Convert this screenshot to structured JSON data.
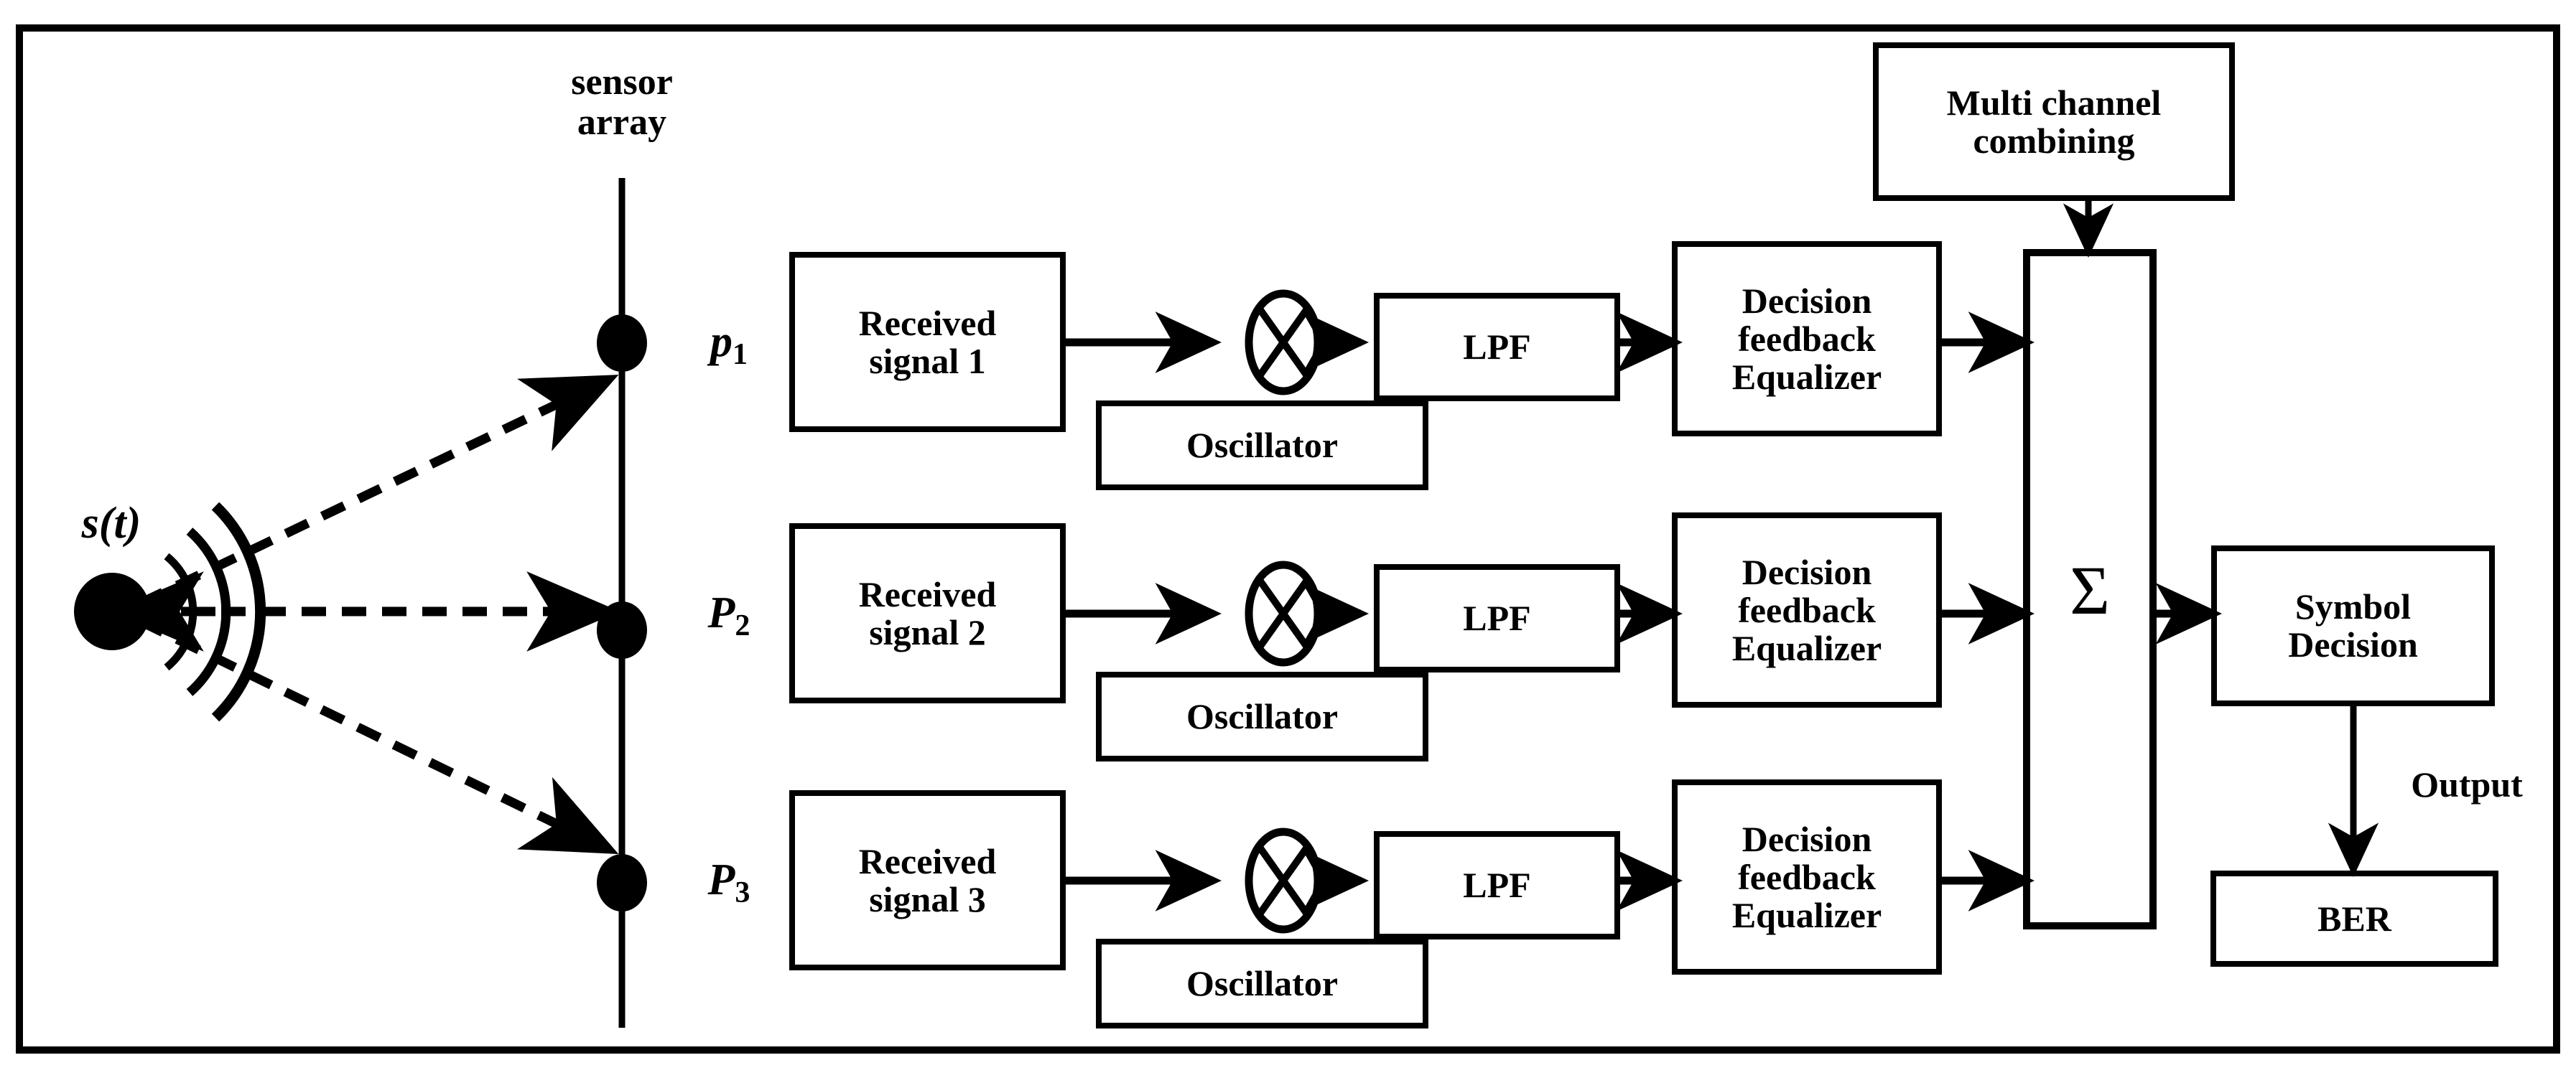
{
  "diagram": {
    "title": "Multi-channel receiver block diagram with sensor array",
    "frame": {
      "stroke_color": "#000000"
    },
    "source": {
      "label": "s(t)",
      "icon": "source-dot-icon",
      "wavefront_arcs": 3
    },
    "sensor_array": {
      "label": "sensor\narray",
      "sensors": [
        {
          "label": "p",
          "subscript": "1"
        },
        {
          "label": "P",
          "subscript": "2"
        },
        {
          "label": "P",
          "subscript": "3"
        }
      ]
    },
    "channels": [
      {
        "received_signal": "Received\nsignal 1",
        "mixer": "mixer-icon",
        "oscillator": "Oscillator",
        "lpf": "LPF",
        "equalizer": "Decision\nfeedback\nEqualizer"
      },
      {
        "received_signal": "Received\nsignal 2",
        "mixer": "mixer-icon",
        "oscillator": "Oscillator",
        "lpf": "LPF",
        "equalizer": "Decision\nfeedback\nEqualizer"
      },
      {
        "received_signal": "Received\nsignal 3",
        "mixer": "mixer-icon",
        "oscillator": "Oscillator",
        "lpf": "LPF",
        "equalizer": "Decision\nfeedback\nEqualizer"
      }
    ],
    "combiner": {
      "control_block": "Multi channel\ncombining",
      "summation_symbol": "Σ"
    },
    "output_stage": {
      "symbol_decision": "Symbol\nDecision",
      "output_label": "Output",
      "ber": "BER"
    },
    "colors": {
      "line": "#000000",
      "background": "#ffffff"
    }
  }
}
